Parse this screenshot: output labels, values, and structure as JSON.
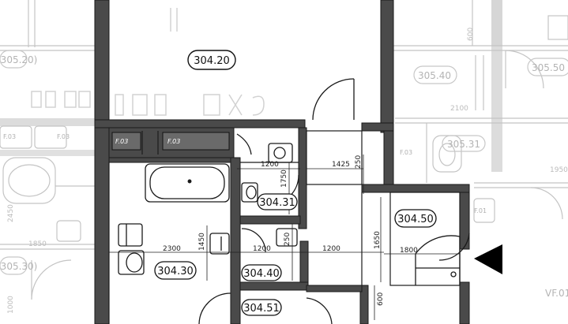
{
  "rooms": {
    "r304_20": "304.20",
    "r304_31": "304.31",
    "r304_30": "304.30",
    "r304_40": "304.40",
    "r304_50": "304.50",
    "r304_51": "304.51"
  },
  "dimensions": {
    "d1200_top": "1200",
    "d1750": "1750",
    "d1425": "1425",
    "d250_top": "250",
    "d2300": "2300",
    "d1450": "1450",
    "d1200_mid": "1200",
    "d250_mid": "250",
    "d1200_right": "1200",
    "d1650": "1650",
    "d1800": "1800",
    "d600": "600"
  },
  "shafts": {
    "left": "F.03",
    "right": "F.03"
  },
  "ghost": {
    "room_left_top": "(305.20)",
    "room_left_bottom": "(305.30)",
    "room_right_a": "305.40",
    "room_right_b": "305.50",
    "room_right_c": "305.31",
    "tag_right": "VF.01",
    "tag_left_a": "F.03",
    "tag_left_b": "F.03",
    "tag_right_a": "F.03",
    "tag_right_b": "F.01",
    "dim_2100": "2100",
    "dim_1950": "1950",
    "dim_2450": "2450",
    "dim_1850": "1850",
    "dim_1000": "1000",
    "dim_600": "600"
  },
  "colors": {
    "wall": "#4a4a4a",
    "line": "#1a1a1a",
    "ghost": "#c4c4c4",
    "arrow": "#000000"
  },
  "icons": {
    "arrow": "triangle-left-icon"
  }
}
